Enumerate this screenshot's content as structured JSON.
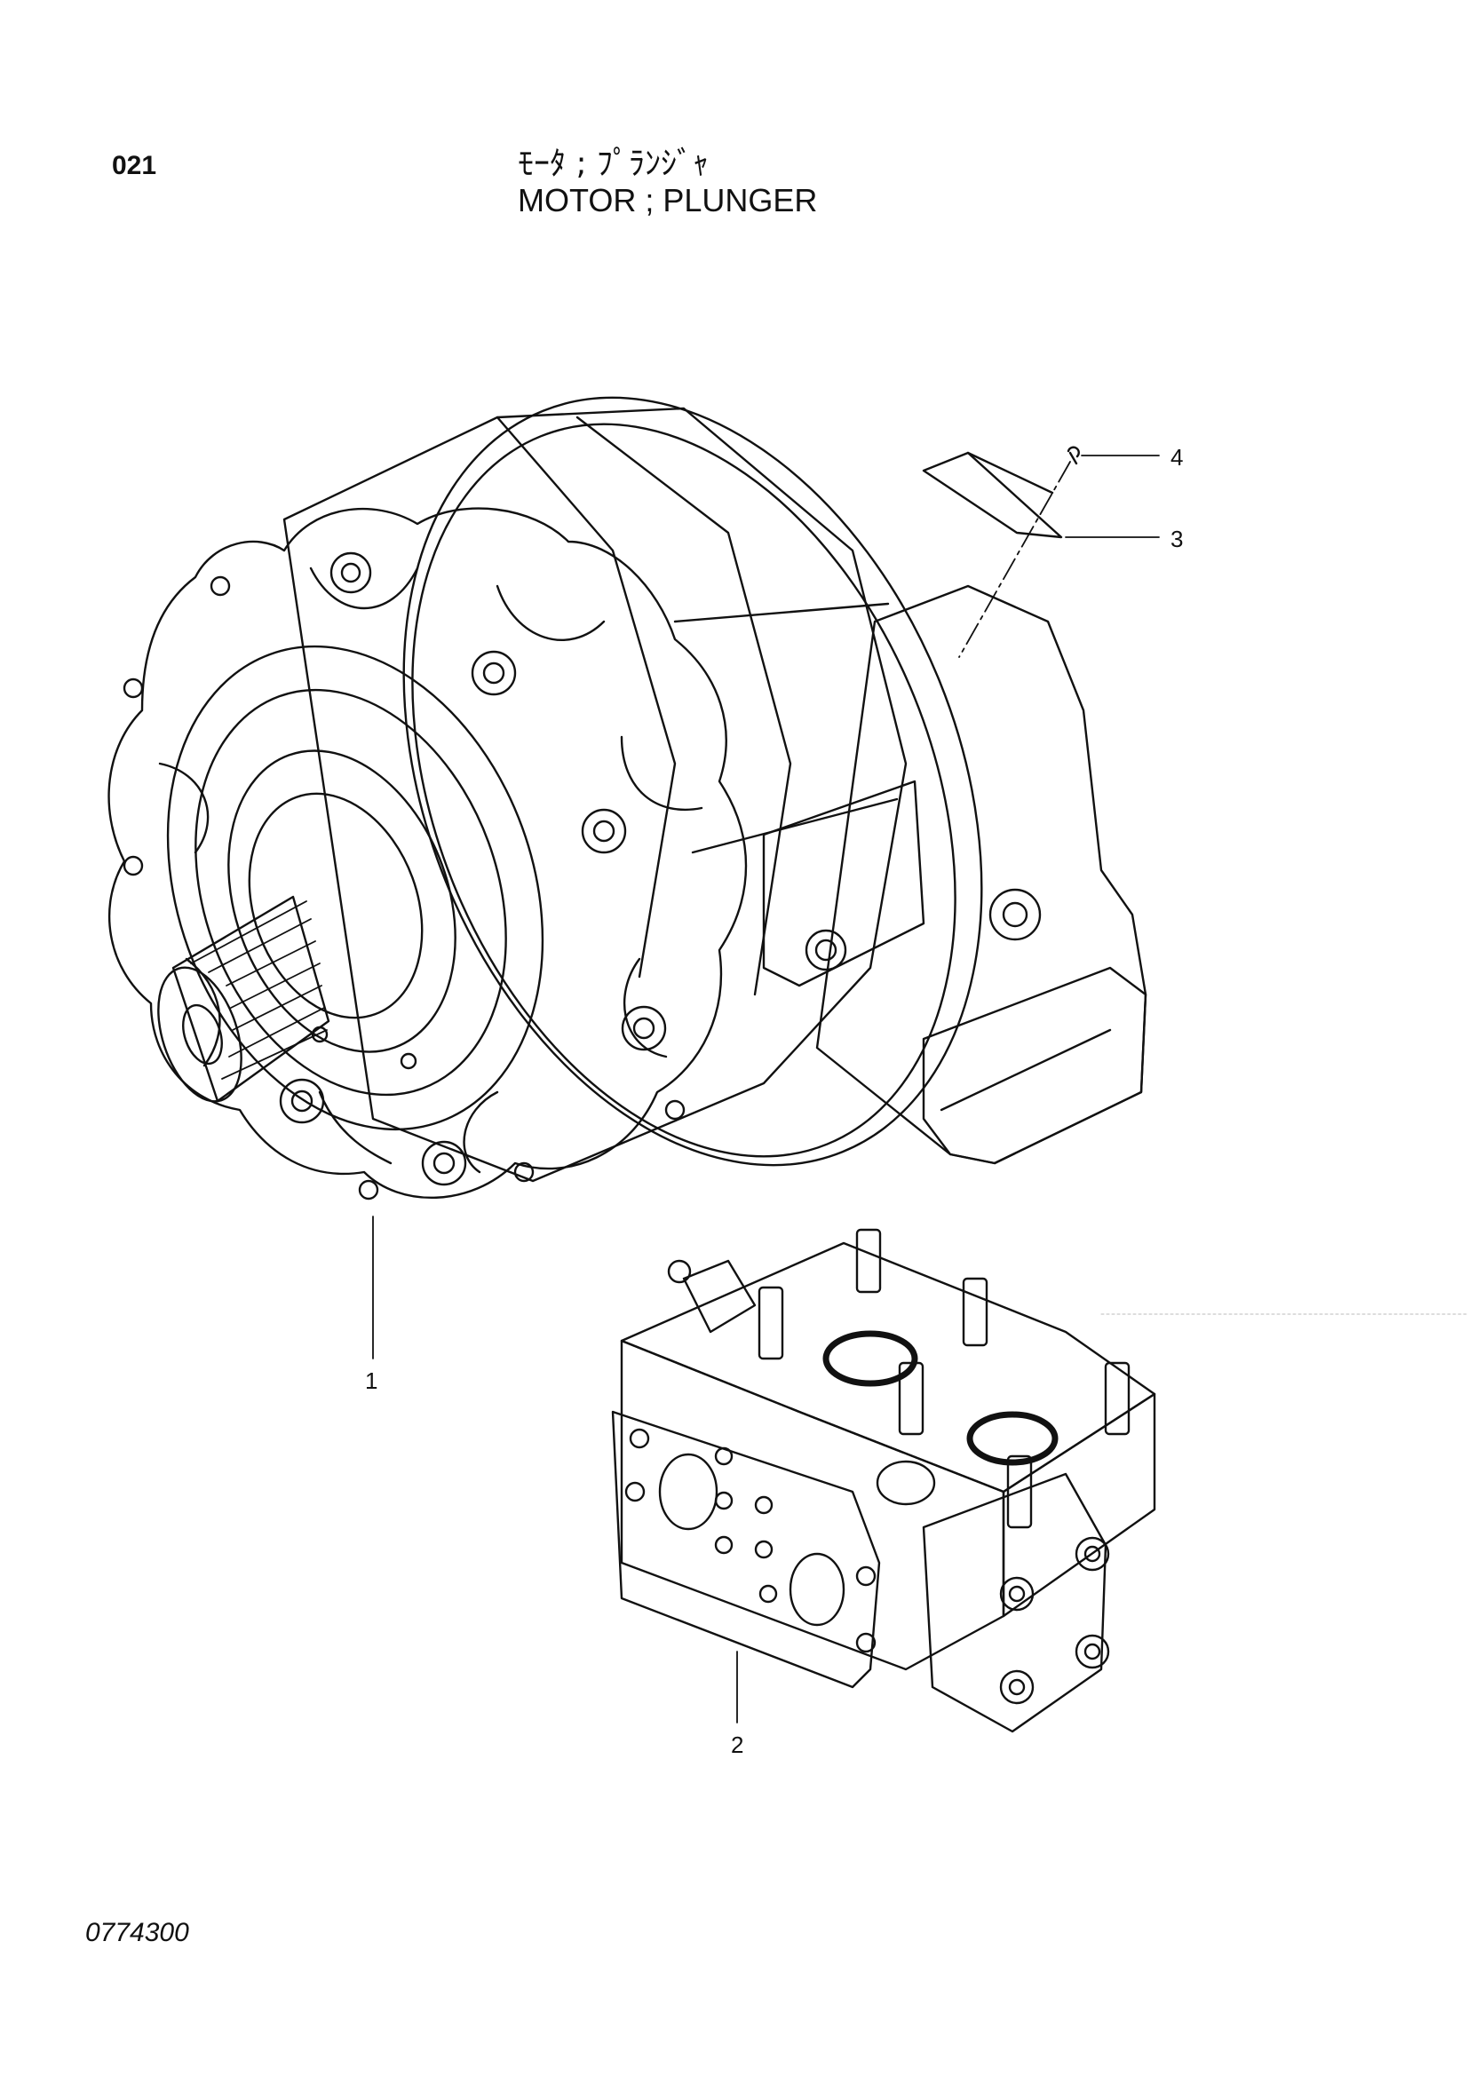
{
  "header": {
    "page_number": "021",
    "title_jp": "ﾓｰﾀ ; ﾌﾟﾗﾝｼﾞｬ",
    "title_en": "MOTOR ; PLUNGER"
  },
  "callouts": [
    "1",
    "2",
    "3",
    "4"
  ],
  "footer": {
    "drawing_code": "0774300"
  }
}
